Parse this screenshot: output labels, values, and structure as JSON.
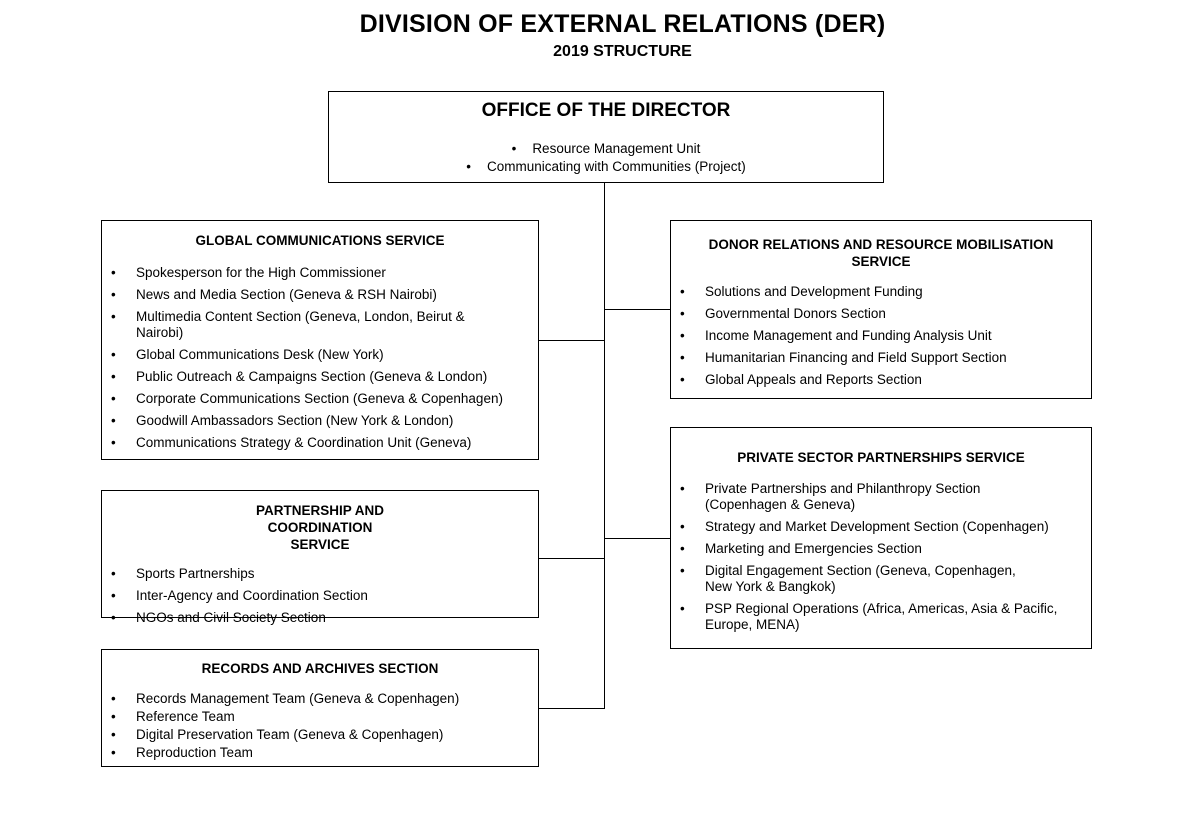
{
  "header": {
    "title": "DIVISION OF EXTERNAL RELATIONS (DER)",
    "subtitle": "2019 STRUCTURE"
  },
  "director": {
    "title": "OFFICE OF THE DIRECTOR",
    "items": [
      "Resource Management Unit",
      "Communicating with Communities (Project)"
    ]
  },
  "global_communications": {
    "title": "GLOBAL COMMUNICATIONS SERVICE",
    "items": [
      "Spokesperson for the High Commissioner",
      "News and Media Section (Geneva & RSH Nairobi)",
      "Multimedia Content Section (Geneva, London, Beirut & Nairobi)",
      "Global Communications Desk (New York)",
      "Public Outreach & Campaigns Section (Geneva & London)",
      "Corporate Communications Section (Geneva & Copenhagen)",
      "Goodwill Ambassadors Section (New York & London)",
      "Communications Strategy & Coordination Unit (Geneva)"
    ]
  },
  "partnership_coordination": {
    "title": "PARTNERSHIP AND COORDINATION SERVICE",
    "items": [
      "Sports Partnerships",
      "Inter-Agency and Coordination Section",
      "NGOs and Civil Society Section"
    ]
  },
  "records_archives": {
    "title": "RECORDS AND ARCHIVES SECTION",
    "items": [
      "Records Management Team (Geneva & Copenhagen)",
      "Reference Team",
      "Digital Preservation Team (Geneva & Copenhagen)",
      "Reproduction Team"
    ]
  },
  "donor_relations": {
    "title": "DONOR RELATIONS AND RESOURCE MOBILISATION SERVICE",
    "items": [
      "Solutions and Development Funding",
      "Governmental Donors Section",
      "Income Management and Funding Analysis Unit",
      "Humanitarian Financing and Field Support Section",
      "Global Appeals and Reports Section"
    ]
  },
  "private_sector": {
    "title": "PRIVATE SECTOR PARTNERSHIPS SERVICE",
    "items": [
      "Private Partnerships and Philanthropy Section (Copenhagen & Geneva)",
      "Strategy and Market Development Section (Copenhagen)",
      "Marketing and Emergencies Section",
      "Digital Engagement Section (Geneva, Copenhagen, New York & Bangkok)",
      "PSP Regional Operations (Africa, Americas, Asia & Pacific, Europe, MENA)"
    ]
  }
}
